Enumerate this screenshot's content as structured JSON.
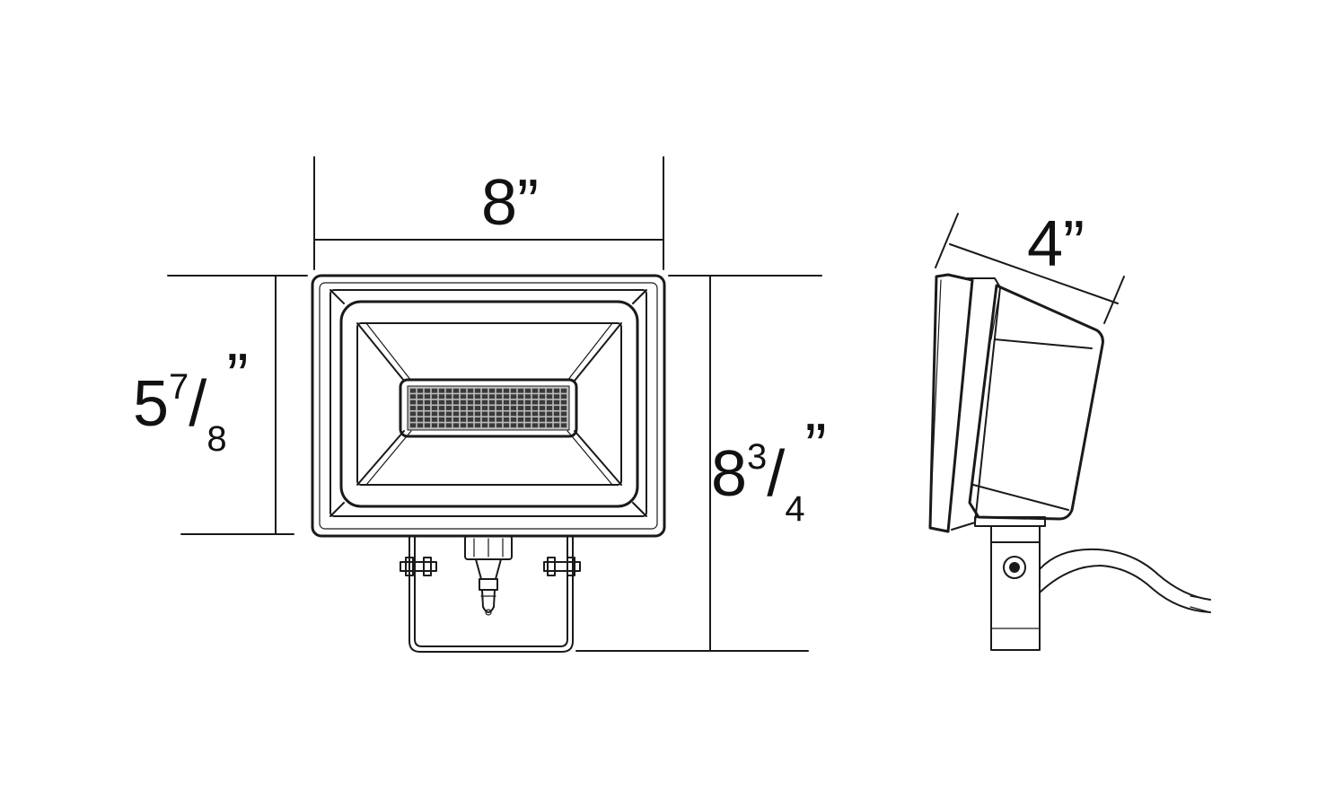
{
  "dimensions": {
    "width_front": {
      "value": "8",
      "unit": "”"
    },
    "height_body": {
      "whole": "5",
      "numerator": "7",
      "denominator": "8",
      "unit": "”"
    },
    "height_overall": {
      "whole": "8",
      "numerator": "3",
      "denominator": "4",
      "unit": "”"
    },
    "depth_side": {
      "value": "4",
      "unit": "”"
    }
  }
}
